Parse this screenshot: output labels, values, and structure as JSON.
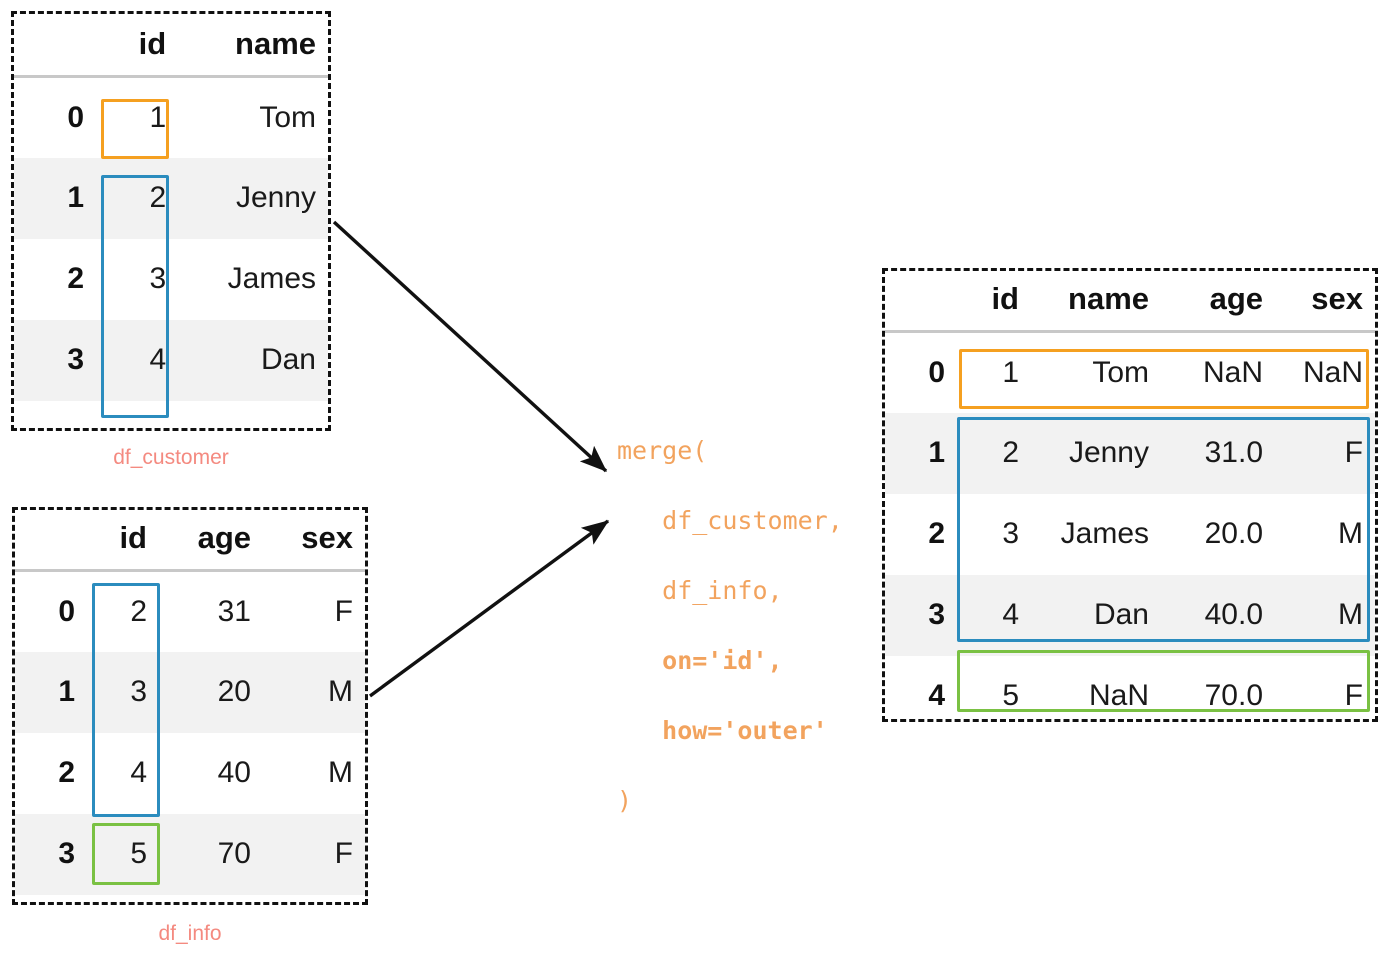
{
  "tables": {
    "customer": {
      "caption": "df_customer",
      "index_header": "",
      "columns": [
        "id",
        "name"
      ],
      "index": [
        "0",
        "1",
        "2",
        "3"
      ],
      "rows": [
        [
          "1",
          "Tom"
        ],
        [
          "2",
          "Jenny"
        ],
        [
          "3",
          "James"
        ],
        [
          "4",
          "Dan"
        ]
      ]
    },
    "info": {
      "caption": "df_info",
      "index_header": "",
      "columns": [
        "id",
        "age",
        "sex"
      ],
      "index": [
        "0",
        "1",
        "2",
        "3"
      ],
      "rows": [
        [
          "2",
          "31",
          "F"
        ],
        [
          "3",
          "20",
          "M"
        ],
        [
          "4",
          "40",
          "M"
        ],
        [
          "5",
          "70",
          "F"
        ]
      ]
    },
    "result": {
      "caption": "",
      "index_header": "",
      "columns": [
        "id",
        "name",
        "age",
        "sex"
      ],
      "index": [
        "0",
        "1",
        "2",
        "3",
        "4"
      ],
      "rows": [
        [
          "1",
          "Tom",
          "NaN",
          "NaN"
        ],
        [
          "2",
          "Jenny",
          "31.0",
          "F"
        ],
        [
          "3",
          "James",
          "20.0",
          "M"
        ],
        [
          "4",
          "Dan",
          "40.0",
          "M"
        ],
        [
          "5",
          "NaN",
          "70.0",
          "F"
        ]
      ]
    }
  },
  "code": {
    "line1": "merge(",
    "line2": "   df_customer,",
    "line3": "   df_info,",
    "line4": "   on='id',",
    "line5": "   how='outer'",
    "line6": ")"
  },
  "colors": {
    "orange": "#f5a020",
    "blue": "#2b8cbe",
    "green": "#7ac143",
    "caption": "#f48a80",
    "code": "#f2a35e",
    "stripe": "#f2f2f2",
    "rule": "#c8c8c8",
    "frame": "#111111"
  },
  "annotations": {
    "orange_meaning": "left-only key (id=1) kept with NaN fill",
    "blue_meaning": "matching keys (id=2,3,4) joined",
    "green_meaning": "right-only key (id=5) kept with NaN fill",
    "arrow_1": "df_customer to merge",
    "arrow_2": "df_info to merge"
  }
}
